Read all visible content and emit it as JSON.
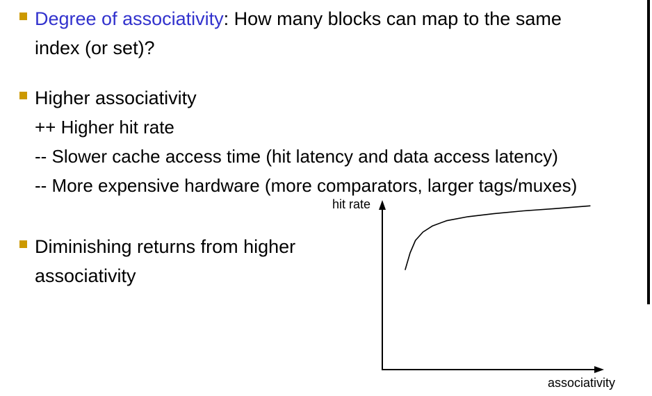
{
  "slide": {
    "bullets": [
      {
        "highlight": "Degree of associativity",
        "rest": ": How many blocks can map to the same index (or set)?"
      },
      {
        "text": "Higher associativity",
        "sublines": [
          "++ Higher hit rate",
          "-- Slower cache access time (hit latency and data access latency)",
          "-- More expensive hardware (more comparators, larger tags/muxes)"
        ]
      },
      {
        "text": "Diminishing returns from higher associativity"
      }
    ],
    "colors": {
      "highlight_text": "#3232cd",
      "bullet": "#cc9900",
      "axis": "#000000"
    }
  },
  "chart_data": {
    "type": "line",
    "title": "",
    "xlabel": "associativity",
    "ylabel": "hit rate",
    "x_axis": {
      "range": "unlabeled",
      "ticks": []
    },
    "y_axis": {
      "range": "unlabeled",
      "ticks": []
    },
    "legend": "none",
    "grid": false,
    "series": [
      {
        "name": "hit rate vs associativity",
        "points_normalized": [
          [
            0.107,
            0.6
          ],
          [
            0.13,
            0.7
          ],
          [
            0.155,
            0.775
          ],
          [
            0.19,
            0.825
          ],
          [
            0.235,
            0.862
          ],
          [
            0.3,
            0.893
          ],
          [
            0.4,
            0.917
          ],
          [
            0.52,
            0.935
          ],
          [
            0.66,
            0.952
          ],
          [
            0.8,
            0.965
          ],
          [
            0.97,
            0.982
          ]
        ]
      }
    ],
    "annotation": "concave increasing curve showing diminishing returns from higher associativity; axes have no numeric tick labels"
  }
}
